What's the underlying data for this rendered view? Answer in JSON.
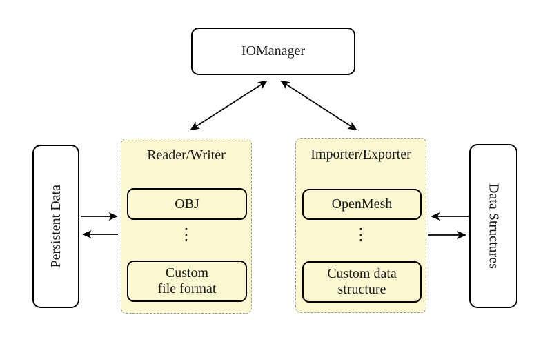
{
  "nodes": {
    "iomanager": {
      "label": "IOManager"
    },
    "persistent_data": {
      "label": "Persistent Data"
    },
    "data_structures": {
      "label": "Data Structures"
    }
  },
  "reader_writer_panel": {
    "title": "Reader/Writer",
    "top_box": "OBJ",
    "ellipsis": "⋮",
    "bottom_box_line1": "Custom",
    "bottom_box_line2": "file format"
  },
  "importer_exporter_panel": {
    "title": "Importer/Exporter",
    "top_box": "OpenMesh",
    "ellipsis": "⋮",
    "bottom_box_line1": "Custom data",
    "bottom_box_line2": "structure"
  },
  "colors": {
    "background": "#FFFFFF",
    "panel_fill": "#FBF8D1",
    "panel_border": "#9A9A9A",
    "node_fill": "#FFFFFF",
    "node_border": "#000000",
    "arrow": "#000000"
  }
}
